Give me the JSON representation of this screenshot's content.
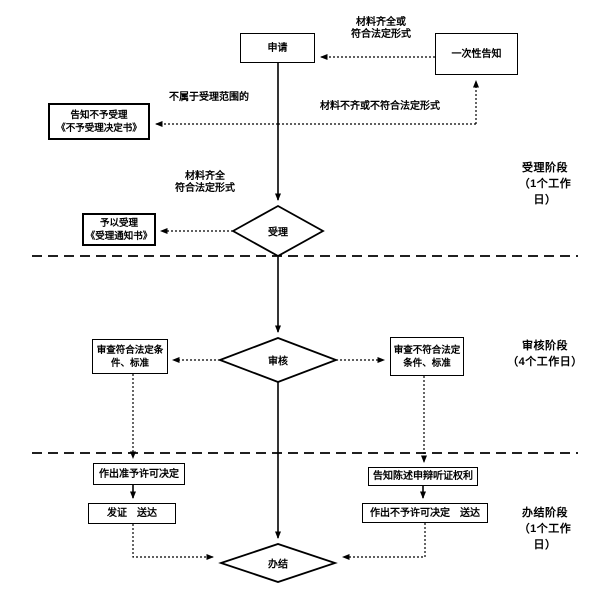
{
  "flow": {
    "nodes": {
      "apply": {
        "label": "申请"
      },
      "one_time_notice": {
        "label": "一次性告知"
      },
      "reject_notice": {
        "lines": [
          "告知不予受理",
          "《不予受理决定书》"
        ]
      },
      "accept_notice": {
        "lines": [
          "予以受理",
          "《受理通知书》"
        ]
      },
      "accept": {
        "label": "受理"
      },
      "review": {
        "label": "审核"
      },
      "review_pass": {
        "lines": [
          "审查符合法定条",
          "件、标准"
        ]
      },
      "review_fail": {
        "lines": [
          "审查不符合法定",
          "条件、标准"
        ]
      },
      "grant": {
        "label": "作出准予许可决定"
      },
      "issue": {
        "label": "发证　送达"
      },
      "inform_rights": {
        "label": "告知陈述申辩听证权利"
      },
      "deny": {
        "label": "作出不予许可决定　送达"
      },
      "finish": {
        "label": "办结"
      }
    },
    "edge_labels": {
      "complete_or_legal": {
        "lines": [
          "材料齐全或",
          "符合法定形式"
        ]
      },
      "out_of_scope": {
        "label": "不属于受理范围的"
      },
      "incomplete_or_illegal": {
        "label": "材料不齐或不符合法定形式"
      },
      "complete_legal": {
        "lines": [
          "材料齐全",
          "符合法定形式"
        ]
      }
    },
    "stages": {
      "accept_stage": {
        "lines": [
          "受理阶段",
          "（1个工作",
          "日）"
        ]
      },
      "review_stage": {
        "lines": [
          "审核阶段",
          "（4个工作日）"
        ]
      },
      "finish_stage": {
        "lines": [
          "办结阶段",
          "（1个工作",
          "日）"
        ]
      }
    },
    "colors": {
      "line": "#000000",
      "background": "#ffffff"
    }
  }
}
